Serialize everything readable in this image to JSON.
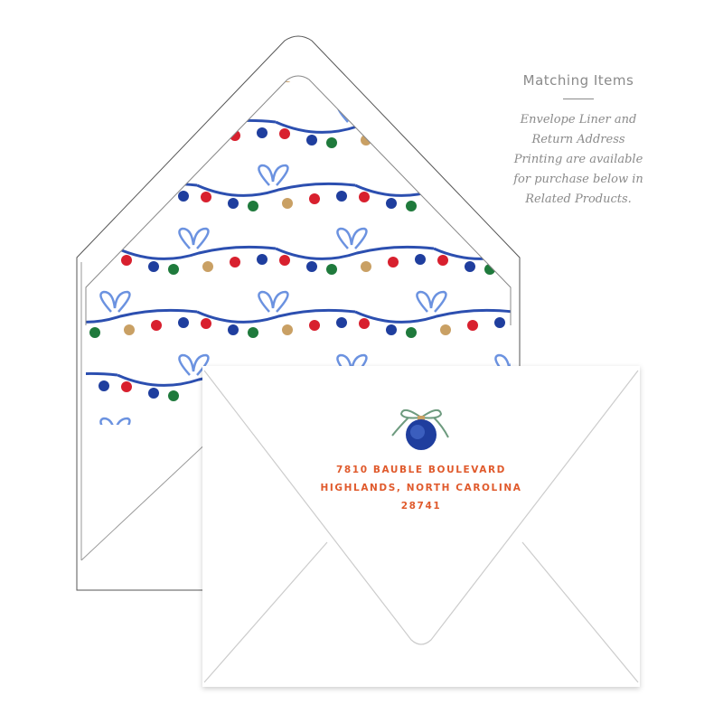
{
  "sidebar": {
    "title": "Matching Items",
    "description": "Envelope Liner and Return Address Printing are available for purchase below in Related Products."
  },
  "return_address": {
    "line1": "7810 BAUBLE BOULEVARD",
    "line2": "HIGHLANDS, NORTH CAROLINA",
    "line3": "28741"
  },
  "colors": {
    "address": "#e05a2c",
    "ribbon": "#3b6fd0",
    "red": "#d8202e",
    "blue": "#1f3e9e",
    "green": "#1f7a3c",
    "gold": "#c9a064"
  }
}
